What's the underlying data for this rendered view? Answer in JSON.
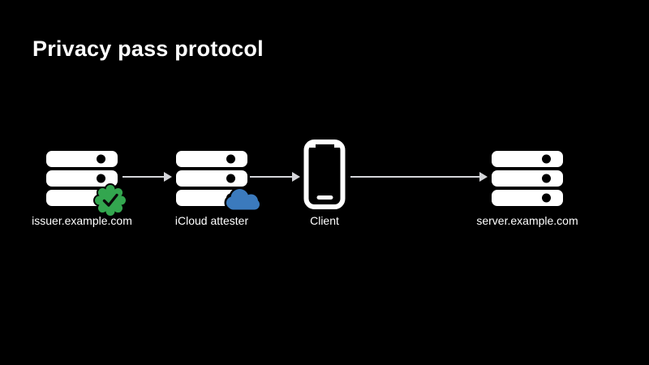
{
  "slide": {
    "title": "Privacy pass protocol"
  },
  "diagram": {
    "nodes": [
      {
        "id": "issuer",
        "label": "issuer.example.com",
        "icon": "server-rack",
        "badge": "verified-checkmark-seal"
      },
      {
        "id": "attester",
        "label": "iCloud attester",
        "icon": "server-rack",
        "badge": "icloud-cloud"
      },
      {
        "id": "client",
        "label": "Client",
        "icon": "iphone",
        "badge": null
      },
      {
        "id": "server",
        "label": "server.example.com",
        "icon": "server-rack",
        "badge": null
      }
    ],
    "edges": [
      {
        "from": "issuer",
        "to": "attester",
        "direction": "right"
      },
      {
        "from": "attester",
        "to": "client",
        "direction": "right"
      },
      {
        "from": "client",
        "to": "server",
        "direction": "right"
      }
    ]
  },
  "colors": {
    "background": "#000000",
    "text": "#ffffff",
    "icon_white": "#ffffff",
    "arrow_gray": "#d4d5d9",
    "seal_green": "#33a64f",
    "icloud_blue": "#3b7abd"
  }
}
